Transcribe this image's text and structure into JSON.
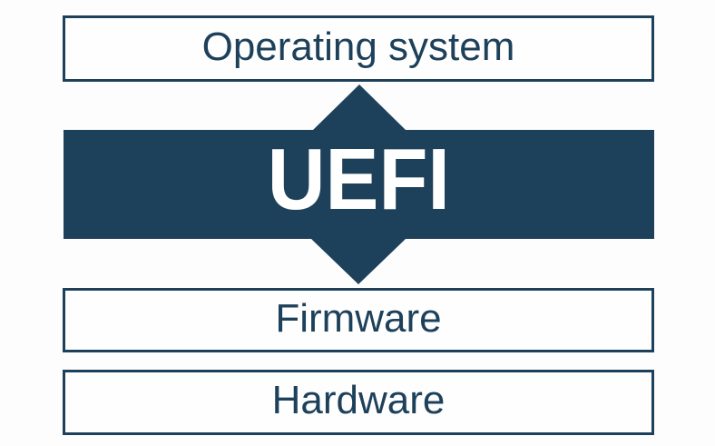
{
  "diagram": {
    "layers": {
      "operating_system": {
        "label": "Operating system"
      },
      "uefi": {
        "label": "UEFI"
      },
      "firmware": {
        "label": "Firmware"
      },
      "hardware": {
        "label": "Hardware"
      }
    },
    "icons": {
      "arrow_up": "triangle-up",
      "arrow_down": "triangle-down"
    },
    "colors": {
      "accent": "#1E415B",
      "box_fill": "#FEFEFE",
      "background": "#FDFDFD",
      "uefi_text": "#FFFFFF"
    }
  }
}
